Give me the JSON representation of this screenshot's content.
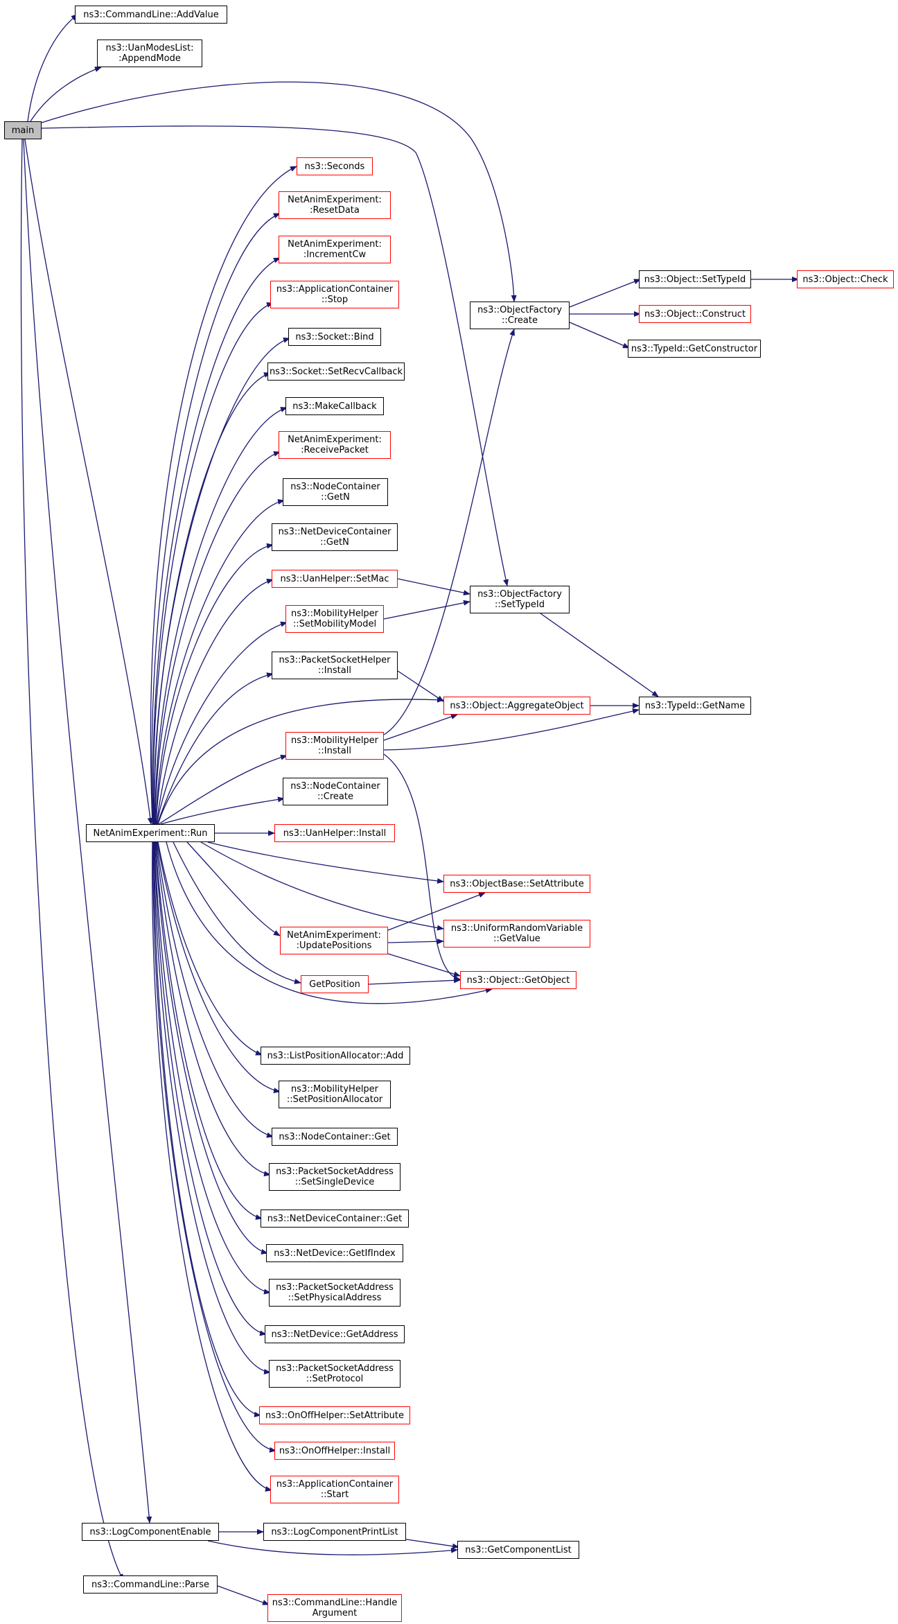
{
  "colors": {
    "edge": "#191970",
    "incomplete_border": "#ff0000",
    "complete_border": "#000000",
    "root_fill": "#bfbfbf"
  },
  "nodes": [
    {
      "id": "main",
      "lines": [
        "main"
      ],
      "style": "root"
    },
    {
      "id": "addvalue",
      "lines": [
        "ns3::CommandLine::AddValue"
      ],
      "style": "black"
    },
    {
      "id": "appendmode",
      "lines": [
        "ns3::UanModesList:",
        ":AppendMode"
      ],
      "style": "black"
    },
    {
      "id": "seconds",
      "lines": [
        "ns3::Seconds"
      ],
      "style": "red"
    },
    {
      "id": "resetdata",
      "lines": [
        "NetAnimExperiment:",
        ":ResetData"
      ],
      "style": "red"
    },
    {
      "id": "incrementcw",
      "lines": [
        "NetAnimExperiment:",
        ":IncrementCw"
      ],
      "style": "red"
    },
    {
      "id": "appstop",
      "lines": [
        "ns3::ApplicationContainer",
        "::Stop"
      ],
      "style": "red"
    },
    {
      "id": "socketbind",
      "lines": [
        "ns3::Socket::Bind"
      ],
      "style": "black"
    },
    {
      "id": "setrecv",
      "lines": [
        "ns3::Socket::SetRecvCallback"
      ],
      "style": "black"
    },
    {
      "id": "makecallback",
      "lines": [
        "ns3::MakeCallback"
      ],
      "style": "black"
    },
    {
      "id": "receivepacket",
      "lines": [
        "NetAnimExperiment:",
        ":ReceivePacket"
      ],
      "style": "red"
    },
    {
      "id": "ncgetn",
      "lines": [
        "ns3::NodeContainer",
        "::GetN"
      ],
      "style": "black"
    },
    {
      "id": "ndcgetn",
      "lines": [
        "ns3::NetDeviceContainer",
        "::GetN"
      ],
      "style": "black"
    },
    {
      "id": "setmac",
      "lines": [
        "ns3::UanHelper::SetMac"
      ],
      "style": "red"
    },
    {
      "id": "setmobmodel",
      "lines": [
        "ns3::MobilityHelper",
        "::SetMobilityModel"
      ],
      "style": "red"
    },
    {
      "id": "pshinstall",
      "lines": [
        "ns3::PacketSocketHelper",
        "::Install"
      ],
      "style": "black"
    },
    {
      "id": "mobinstall",
      "lines": [
        "ns3::MobilityHelper",
        "::Install"
      ],
      "style": "red"
    },
    {
      "id": "nccreate",
      "lines": [
        "ns3::NodeContainer",
        "::Create"
      ],
      "style": "black"
    },
    {
      "id": "run",
      "lines": [
        "NetAnimExperiment::Run"
      ],
      "style": "black"
    },
    {
      "id": "uaninstall",
      "lines": [
        "ns3::UanHelper::Install"
      ],
      "style": "red"
    },
    {
      "id": "updatepos",
      "lines": [
        "NetAnimExperiment:",
        ":UpdatePositions"
      ],
      "style": "red"
    },
    {
      "id": "getposition",
      "lines": [
        "GetPosition"
      ],
      "style": "red"
    },
    {
      "id": "lpaadd",
      "lines": [
        "ns3::ListPositionAllocator::Add"
      ],
      "style": "black"
    },
    {
      "id": "setposalloc",
      "lines": [
        "ns3::MobilityHelper",
        "::SetPositionAllocator"
      ],
      "style": "black"
    },
    {
      "id": "ncget",
      "lines": [
        "ns3::NodeContainer::Get"
      ],
      "style": "black"
    },
    {
      "id": "setsingledev",
      "lines": [
        "ns3::PacketSocketAddress",
        "::SetSingleDevice"
      ],
      "style": "black"
    },
    {
      "id": "ndcget",
      "lines": [
        "ns3::NetDeviceContainer::Get"
      ],
      "style": "black"
    },
    {
      "id": "getifindex",
      "lines": [
        "ns3::NetDevice::GetIfIndex"
      ],
      "style": "black"
    },
    {
      "id": "setphysaddr",
      "lines": [
        "ns3::PacketSocketAddress",
        "::SetPhysicalAddress"
      ],
      "style": "black"
    },
    {
      "id": "getaddress",
      "lines": [
        "ns3::NetDevice::GetAddress"
      ],
      "style": "black"
    },
    {
      "id": "setprotocol",
      "lines": [
        "ns3::PacketSocketAddress",
        "::SetProtocol"
      ],
      "style": "black"
    },
    {
      "id": "onoffsetattr",
      "lines": [
        "ns3::OnOffHelper::SetAttribute"
      ],
      "style": "red"
    },
    {
      "id": "onoffinstall",
      "lines": [
        "ns3::OnOffHelper::Install"
      ],
      "style": "red"
    },
    {
      "id": "appstart",
      "lines": [
        "ns3::ApplicationContainer",
        "::Start"
      ],
      "style": "red"
    },
    {
      "id": "logenable",
      "lines": [
        "ns3::LogComponentEnable"
      ],
      "style": "black"
    },
    {
      "id": "logprintlist",
      "lines": [
        "ns3::LogComponentPrintList"
      ],
      "style": "black"
    },
    {
      "id": "getcomplist",
      "lines": [
        "ns3::GetComponentList"
      ],
      "style": "black"
    },
    {
      "id": "parse",
      "lines": [
        "ns3::CommandLine::Parse"
      ],
      "style": "black"
    },
    {
      "id": "handlearg",
      "lines": [
        "ns3::CommandLine::Handle",
        "Argument"
      ],
      "style": "red"
    },
    {
      "id": "ofcreate",
      "lines": [
        "ns3::ObjectFactory",
        "::Create"
      ],
      "style": "black"
    },
    {
      "id": "settypeid",
      "lines": [
        "ns3::Object::SetTypeId"
      ],
      "style": "black"
    },
    {
      "id": "objcheck",
      "lines": [
        "ns3::Object::Check"
      ],
      "style": "red"
    },
    {
      "id": "objconstruct",
      "lines": [
        "ns3::Object::Construct"
      ],
      "style": "red"
    },
    {
      "id": "getconstructor",
      "lines": [
        "ns3::TypeId::GetConstructor"
      ],
      "style": "black"
    },
    {
      "id": "ofsettypeid",
      "lines": [
        "ns3::ObjectFactory",
        "::SetTypeId"
      ],
      "style": "black"
    },
    {
      "id": "aggregate",
      "lines": [
        "ns3::Object::AggregateObject"
      ],
      "style": "red"
    },
    {
      "id": "getname",
      "lines": [
        "ns3::TypeId::GetName"
      ],
      "style": "black"
    },
    {
      "id": "setattribute",
      "lines": [
        "ns3::ObjectBase::SetAttribute"
      ],
      "style": "red"
    },
    {
      "id": "urvgetvalue",
      "lines": [
        "ns3::UniformRandomVariable",
        "::GetValue"
      ],
      "style": "red"
    },
    {
      "id": "getobject",
      "lines": [
        "ns3::Object::GetObject"
      ],
      "style": "red"
    }
  ]
}
